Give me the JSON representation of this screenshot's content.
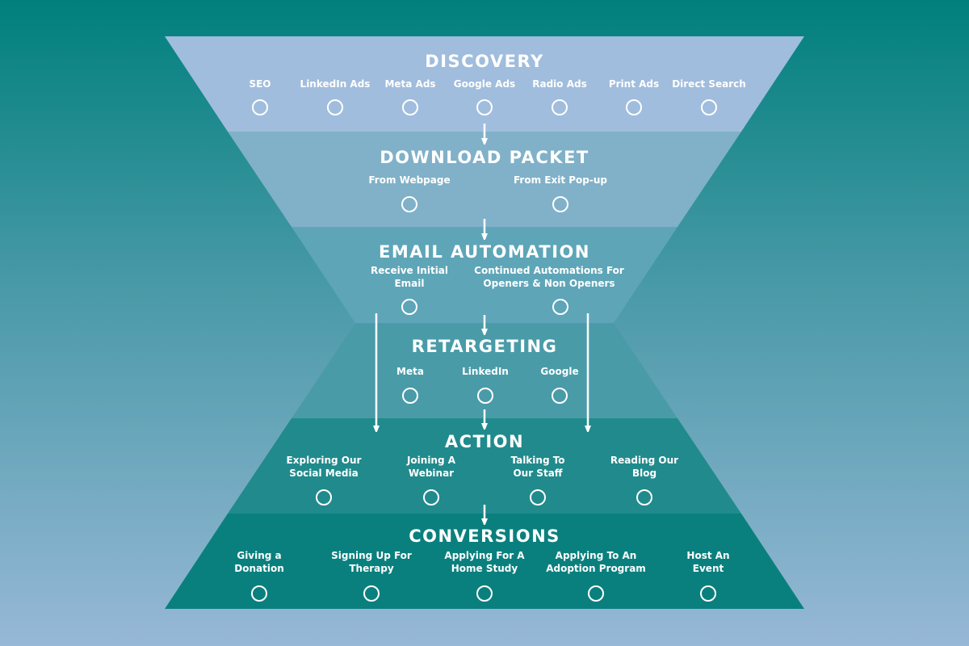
{
  "colors": {
    "bg_top": "#00807d",
    "bg_bottom": "#97b8d6",
    "band_discovery": "#a0bddd",
    "band_download": "#80b1c8",
    "band_email": "#5ea5b8",
    "band_retargeting": "#4a9ba8",
    "band_action": "#218a8c",
    "band_conversions": "#0a807e",
    "text": "#ffffff"
  },
  "stages": [
    {
      "title": "DISCOVERY",
      "items": [
        "SEO",
        "LinkedIn Ads",
        "Meta Ads",
        "Google Ads",
        "Radio Ads",
        "Print Ads",
        "Direct Search"
      ]
    },
    {
      "title": "DOWNLOAD PACKET",
      "items": [
        "From Webpage",
        "From Exit Pop-up"
      ]
    },
    {
      "title": "EMAIL AUTOMATION",
      "items": [
        "Receive Initial Email",
        "Continued Automations For Openers & Non Openers"
      ]
    },
    {
      "title": "RETARGETING",
      "items": [
        "Meta",
        "LinkedIn",
        "Google"
      ]
    },
    {
      "title": "ACTION",
      "items": [
        "Exploring Our Social Media",
        "Joining A Webinar",
        "Talking To Our Staff",
        "Reading Our Blog"
      ]
    },
    {
      "title": "CONVERSIONS",
      "items": [
        "Giving a Donation",
        "Signing Up For Therapy",
        "Applying For A Home Study",
        "Applying To An Adoption Program",
        "Host An Event"
      ]
    }
  ]
}
